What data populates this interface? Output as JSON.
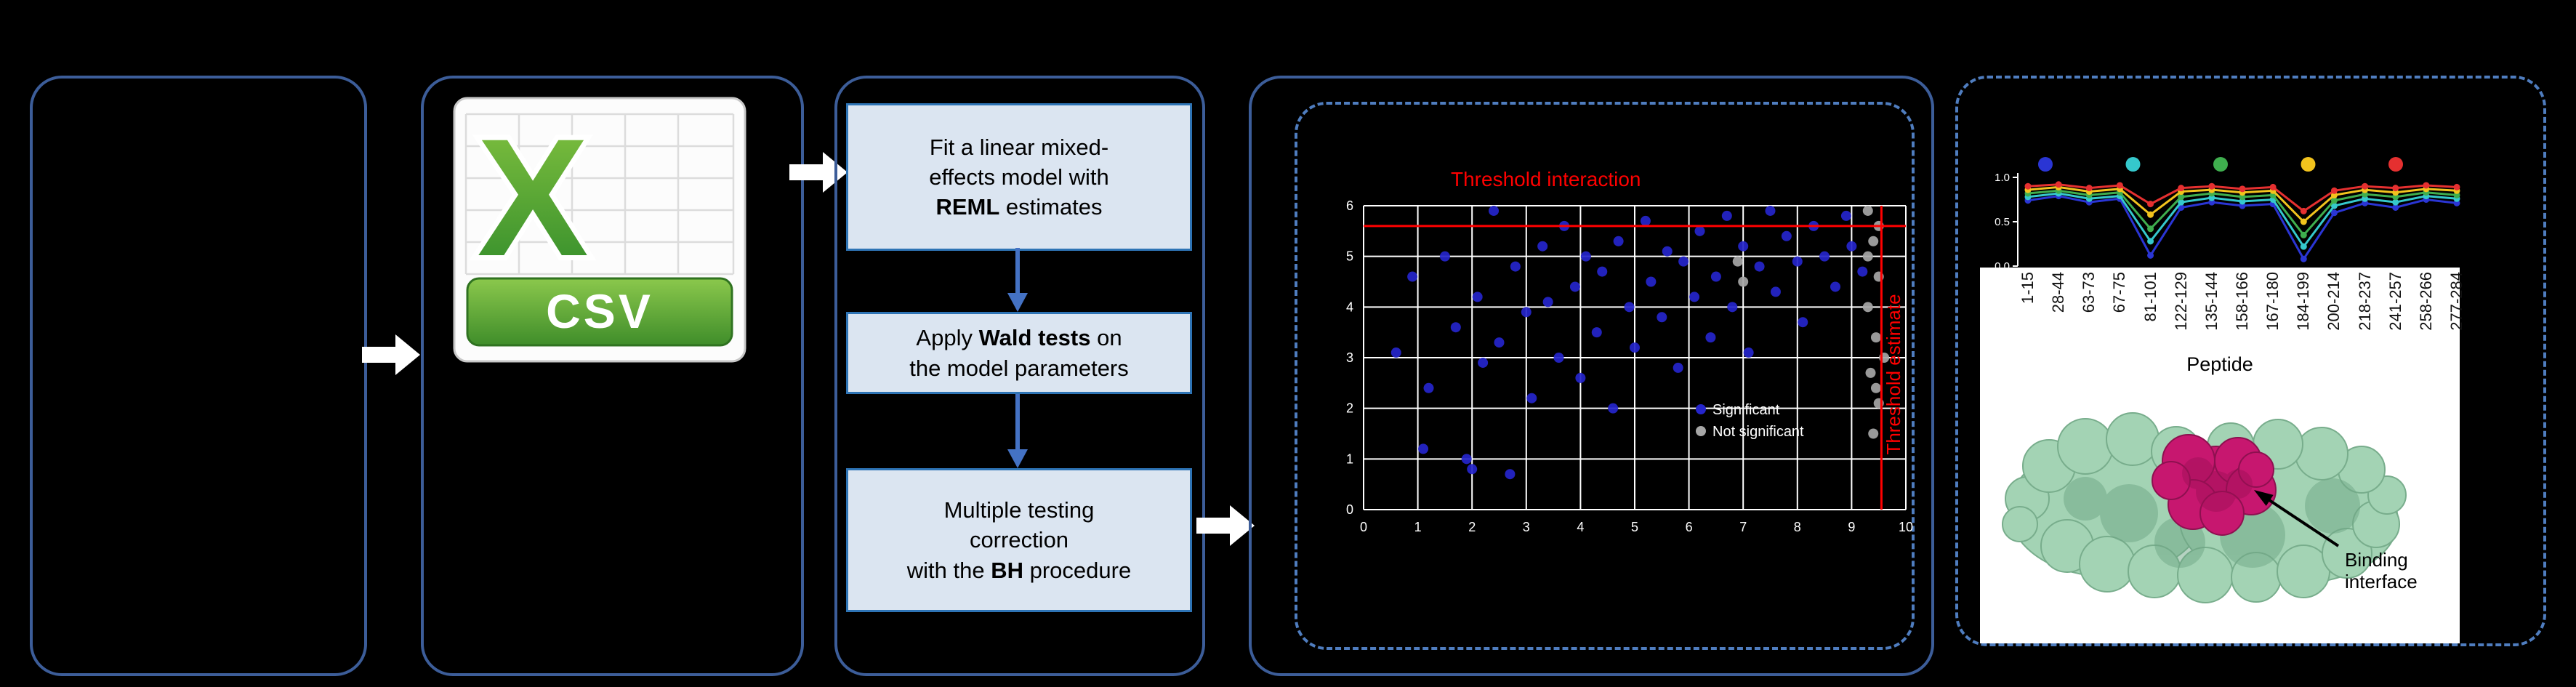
{
  "colors": {
    "background": "#000000",
    "panel_border": "#3c5d99",
    "dashed_border": "#4f7dbf",
    "step_fill": "#dbe5f1",
    "step_border": "#2e74b5",
    "flow_arrow_blue": "#4472c4",
    "block_arrow_white": "#ffffff",
    "threshold_red": "#ff0000",
    "csv_green": "#3f8d2a",
    "structure_green": "#a3d3b4",
    "structure_magenta": "#c7176f"
  },
  "csv_icon": {
    "letter": "X",
    "banner": "CSV"
  },
  "workflow_steps": [
    {
      "name": "fit-model",
      "lines": [
        [
          {
            "t": "Fit a linear mixed-"
          }
        ],
        [
          {
            "t": "effects model with"
          }
        ],
        [
          {
            "t": "REML",
            "b": 1
          },
          {
            "t": " estimates"
          }
        ]
      ]
    },
    {
      "name": "wald-tests",
      "lines": [
        [
          {
            "t": "Apply "
          },
          {
            "t": "Wald tests",
            "b": 1
          },
          {
            "t": " on"
          }
        ],
        [
          {
            "t": "the model parameters"
          }
        ]
      ]
    },
    {
      "name": "bh-correction",
      "lines": [
        [
          {
            "t": "Multiple testing"
          }
        ],
        [
          {
            "t": "correction"
          }
        ],
        [
          {
            "t": "with the "
          },
          {
            "t": "BH",
            "b": 1
          },
          {
            "t": " procedure"
          }
        ]
      ]
    }
  ],
  "chart_data": [
    {
      "type": "scatter",
      "xlim": [
        0,
        10
      ],
      "ylim": [
        0,
        6
      ],
      "x_ticks": [
        0,
        1,
        2,
        3,
        4,
        5,
        6,
        7,
        8,
        9,
        10
      ],
      "y_ticks": [
        0,
        1,
        2,
        3,
        4,
        5,
        6
      ],
      "grid": true,
      "h_threshold": {
        "y": 5.6,
        "label": "Threshold interaction",
        "color": "#ff0000"
      },
      "v_threshold": {
        "x": 9.55,
        "label": "Threshold estimate",
        "color": "#ff0000"
      },
      "legend": [
        {
          "label": "Significant",
          "color": "#2525cc"
        },
        {
          "label": "Not significant",
          "color": "#a6a6a6"
        }
      ],
      "series": [
        {
          "name": "significant",
          "color": "#2525cc",
          "points": [
            [
              0.6,
              3.1
            ],
            [
              0.9,
              4.6
            ],
            [
              1.1,
              1.2
            ],
            [
              1.2,
              2.4
            ],
            [
              1.5,
              5.0
            ],
            [
              1.7,
              3.6
            ],
            [
              1.9,
              1.0
            ],
            [
              2.0,
              0.8
            ],
            [
              2.1,
              4.2
            ],
            [
              2.2,
              2.9
            ],
            [
              2.4,
              5.9
            ],
            [
              2.5,
              3.3
            ],
            [
              2.7,
              0.7
            ],
            [
              2.8,
              4.8
            ],
            [
              3.0,
              3.9
            ],
            [
              3.1,
              2.2
            ],
            [
              3.3,
              5.2
            ],
            [
              3.4,
              4.1
            ],
            [
              3.6,
              3.0
            ],
            [
              3.7,
              5.6
            ],
            [
              3.9,
              4.4
            ],
            [
              4.0,
              2.6
            ],
            [
              4.1,
              5.0
            ],
            [
              4.3,
              3.5
            ],
            [
              4.4,
              4.7
            ],
            [
              4.6,
              2.0
            ],
            [
              4.7,
              5.3
            ],
            [
              4.9,
              4.0
            ],
            [
              5.0,
              3.2
            ],
            [
              5.2,
              5.7
            ],
            [
              5.3,
              4.5
            ],
            [
              5.5,
              3.8
            ],
            [
              5.6,
              5.1
            ],
            [
              5.8,
              2.8
            ],
            [
              5.9,
              4.9
            ],
            [
              6.1,
              4.2
            ],
            [
              6.2,
              5.5
            ],
            [
              6.4,
              3.4
            ],
            [
              6.5,
              4.6
            ],
            [
              6.7,
              5.8
            ],
            [
              6.8,
              4.0
            ],
            [
              7.0,
              5.2
            ],
            [
              7.1,
              3.1
            ],
            [
              7.3,
              4.8
            ],
            [
              7.5,
              5.9
            ],
            [
              7.6,
              4.3
            ],
            [
              7.8,
              5.4
            ],
            [
              8.0,
              4.9
            ],
            [
              8.1,
              3.7
            ],
            [
              8.3,
              5.6
            ],
            [
              8.5,
              5.0
            ],
            [
              8.7,
              4.4
            ],
            [
              8.9,
              5.8
            ],
            [
              9.0,
              5.2
            ],
            [
              9.2,
              4.7
            ]
          ]
        },
        {
          "name": "not-significant",
          "color": "#a6a6a6",
          "points": [
            [
              6.9,
              4.9
            ],
            [
              7.0,
              4.5
            ],
            [
              9.3,
              5.9
            ],
            [
              9.4,
              5.3
            ],
            [
              9.5,
              4.6
            ],
            [
              9.3,
              4.0
            ],
            [
              9.45,
              3.4
            ],
            [
              9.35,
              2.7
            ],
            [
              9.5,
              2.1
            ],
            [
              9.4,
              1.5
            ],
            [
              9.3,
              5.0
            ],
            [
              9.5,
              5.6
            ],
            [
              9.6,
              3.0
            ],
            [
              9.45,
              2.4
            ]
          ]
        }
      ]
    },
    {
      "type": "line",
      "categories": [
        "1-15",
        "28-44",
        "63-73",
        "67-75",
        "81-101",
        "122-129",
        "135-144",
        "158-166",
        "167-180",
        "184-199",
        "200-214",
        "218-237",
        "241-257",
        "258-266",
        "277-284"
      ],
      "xlabel": "Peptide",
      "ylim": [
        0,
        1
      ],
      "y_ticks": [
        "1.0",
        "0.5",
        "0.0"
      ],
      "legend_colors": [
        "#2a35d4",
        "#35c8cc",
        "#3fae4e",
        "#f2c31d",
        "#e53030"
      ],
      "series": [
        {
          "name": "time-1",
          "color": "#2a35d4",
          "values": [
            0.74,
            0.79,
            0.72,
            0.76,
            0.12,
            0.66,
            0.72,
            0.68,
            0.7,
            0.08,
            0.6,
            0.71,
            0.66,
            0.75,
            0.71
          ]
        },
        {
          "name": "time-2",
          "color": "#35c8cc",
          "values": [
            0.78,
            0.82,
            0.76,
            0.79,
            0.28,
            0.72,
            0.77,
            0.73,
            0.75,
            0.22,
            0.68,
            0.76,
            0.72,
            0.79,
            0.76
          ]
        },
        {
          "name": "time-3",
          "color": "#3fae4e",
          "values": [
            0.82,
            0.85,
            0.8,
            0.83,
            0.42,
            0.78,
            0.82,
            0.78,
            0.8,
            0.35,
            0.74,
            0.81,
            0.78,
            0.83,
            0.8
          ]
        },
        {
          "name": "time-4",
          "color": "#f2c31d",
          "values": [
            0.86,
            0.89,
            0.84,
            0.87,
            0.58,
            0.84,
            0.86,
            0.83,
            0.85,
            0.5,
            0.8,
            0.86,
            0.83,
            0.87,
            0.85
          ]
        },
        {
          "name": "time-5",
          "color": "#e53030",
          "values": [
            0.9,
            0.92,
            0.88,
            0.91,
            0.7,
            0.88,
            0.9,
            0.87,
            0.89,
            0.62,
            0.85,
            0.9,
            0.88,
            0.91,
            0.89
          ]
        }
      ]
    }
  ],
  "structure": {
    "binding_label": "Binding interface"
  }
}
